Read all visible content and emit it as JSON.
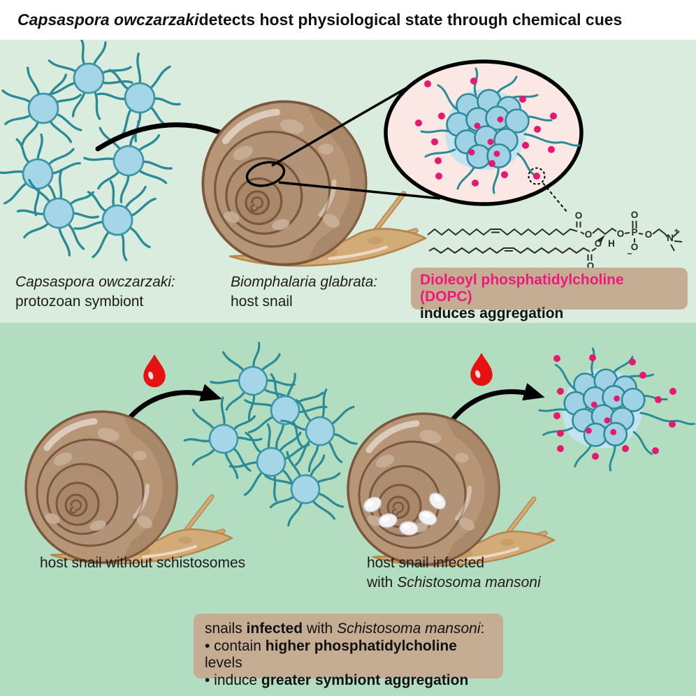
{
  "title": {
    "species": "Capsaspora owczarzaki",
    "rest": " detects host physiological state through chemical cues"
  },
  "top_panel": {
    "symbiont_label": {
      "species": "Capsaspora owczarzaki:",
      "desc": "protozoan symbiont"
    },
    "host_label": {
      "species": "Biomphalaria glabrata:",
      "desc": "host snail"
    },
    "dopc_box": {
      "line1": "Dioleoyl phosphatidylcholine (DOPC)",
      "line2": "induces aggregation"
    },
    "molecule_atoms": [
      "O",
      "O",
      "O",
      "H",
      "O",
      "O",
      "O",
      "P",
      "O",
      "−",
      "O",
      "N",
      "+"
    ]
  },
  "bottom_panel": {
    "left_label": "host snail without schistosomes",
    "right_label": {
      "line1": "host snail infected",
      "line2_prefix": "with ",
      "line2_species": "Schistosoma mansoni"
    },
    "summary": {
      "l1a": "snails ",
      "l1b": "infected",
      "l1c": " with ",
      "l1d": "Schistosoma mansoni",
      "l1e": ":",
      "l2a": "• contain ",
      "l2b": "higher phosphatidylcholine",
      "l2c": " levels",
      "l3a": "• induce ",
      "l3b": "greater symbiont aggregation"
    }
  },
  "colors": {
    "top_panel_bg": "#d9ecdd",
    "bottom_panel_bg": "#b2ddc0",
    "callout_bg": "#fbe7e3",
    "box_bg": "#c5ad94",
    "accent_pink": "#ed1a7c",
    "dot_pink": "#e8186f",
    "cell_fill": "#a5d6e7",
    "cell_stroke": "#2a8b96",
    "shell_brown": "#b79678",
    "body_tan": "#d3ab79",
    "blood_red": "#e81111"
  }
}
